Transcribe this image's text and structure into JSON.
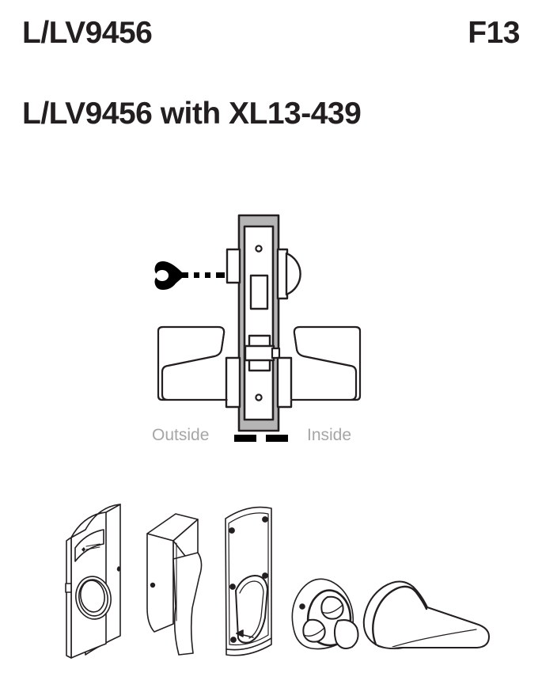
{
  "page": {
    "background_color": "#ffffff",
    "ink_color": "#231f20",
    "muted_text_color": "#a6a6a6",
    "metal_fill_color": "#b5b5b5"
  },
  "header": {
    "model_code": "L/LV9456",
    "function_code": "F13",
    "subtitle": "L/LV9456 with XL13-439"
  },
  "section_diagram": {
    "caption": {
      "outside_label": "Outside",
      "inside_label": "Inside"
    },
    "parts": [
      {
        "name": "key",
        "side": "outside"
      },
      {
        "name": "cylinder",
        "side": "outside"
      },
      {
        "name": "mortise-lock-case",
        "side": "center"
      },
      {
        "name": "latch-bolt",
        "side": "center"
      },
      {
        "name": "thumbturn",
        "side": "inside"
      },
      {
        "name": "lever-handle-outside",
        "side": "outside"
      },
      {
        "name": "lever-handle-inside",
        "side": "inside"
      },
      {
        "name": "door-dashes",
        "side": "center"
      }
    ]
  },
  "parts_row": {
    "items": [
      {
        "name": "electronic-escutcheon-reader",
        "order": 1
      },
      {
        "name": "lever-trim-housing",
        "order": 2
      },
      {
        "name": "mounting-back-plate",
        "order": 3
      },
      {
        "name": "trilobe-rose",
        "order": 4
      },
      {
        "name": "lever-handle",
        "order": 5
      }
    ]
  }
}
